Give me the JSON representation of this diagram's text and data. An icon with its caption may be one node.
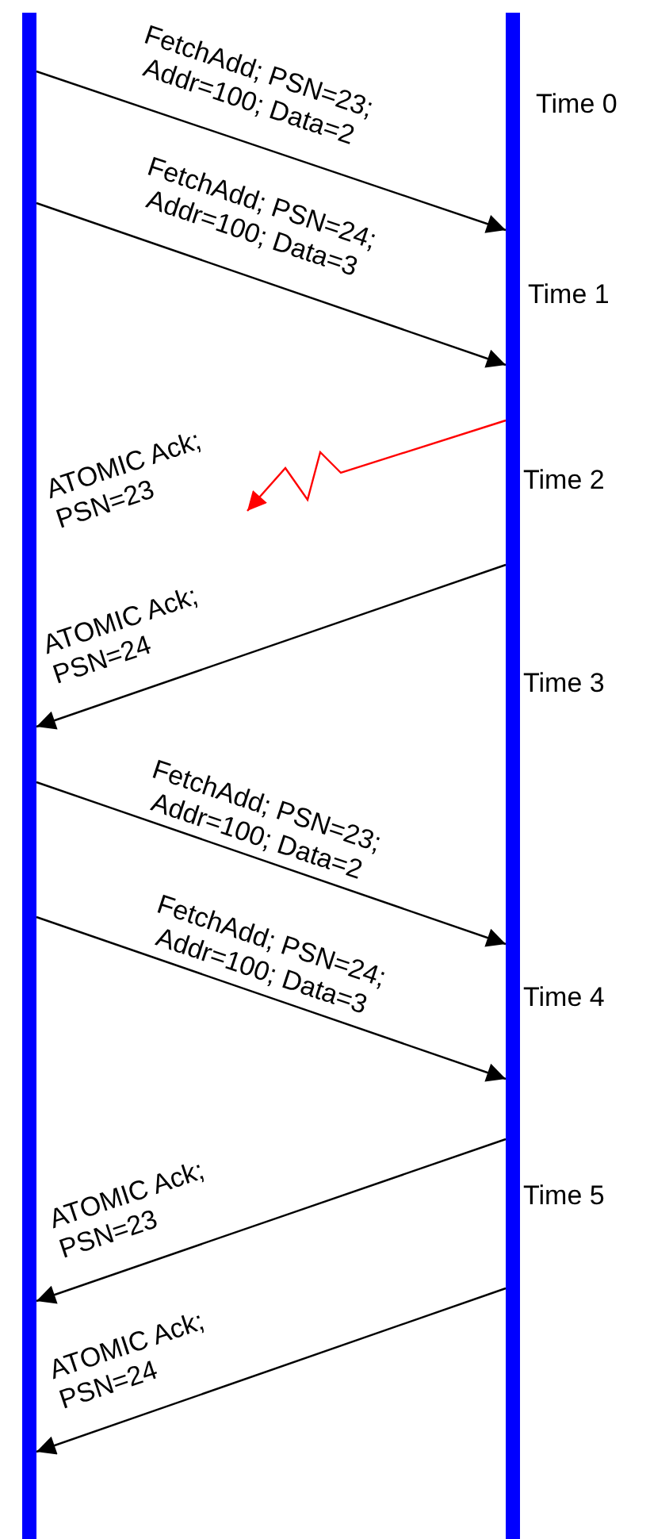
{
  "diagram": {
    "nodes": [
      {
        "text": [],
        "shape": "bar"
      },
      {
        "text": [],
        "shape": "bar"
      }
    ],
    "edges": [
      {
        "from": 0,
        "to": 1,
        "arrow": "to",
        "label": "FetchAdd; PSN=23; Addr=100; Data=2"
      },
      {
        "from": 0,
        "to": 1,
        "arrow": "to",
        "label": "FetchAdd; PSN=24; Addr=100; Data=3"
      },
      {
        "from": 1,
        "to": null,
        "arrow": "to",
        "label": "ATOMIC Ack; PSN=23",
        "color": "#ff0000"
      },
      {
        "from": 1,
        "to": 0,
        "arrow": "to",
        "label": "ATOMIC Ack; PSN=24"
      },
      {
        "from": 0,
        "to": 1,
        "arrow": "to",
        "label": "FetchAdd; PSN=23; Addr=100; Data=2"
      },
      {
        "from": 0,
        "to": 1,
        "arrow": "to",
        "label": "FetchAdd; PSN=24; Addr=100; Data=3"
      },
      {
        "from": 1,
        "to": 0,
        "arrow": "to",
        "label": "ATOMIC Ack; PSN=23"
      },
      {
        "from": 1,
        "to": 0,
        "arrow": "to",
        "label": "ATOMIC Ack; PSN=24"
      }
    ],
    "labels": [
      "Time 0",
      "Time 1",
      "Time 2",
      "Time 3",
      "Time 4",
      "Time 5"
    ]
  }
}
